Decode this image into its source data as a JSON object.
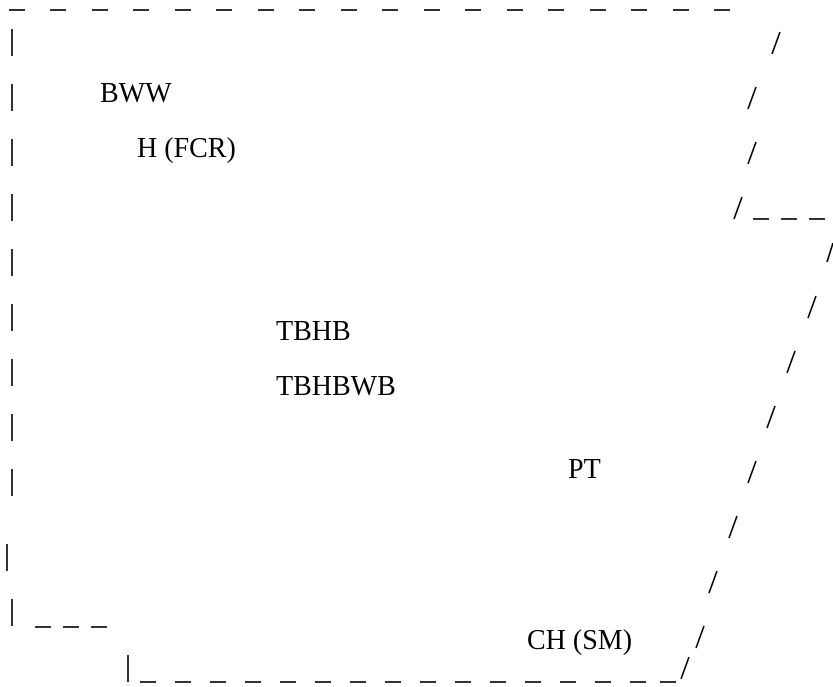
{
  "diagram": {
    "labels": {
      "bww": "BWW",
      "h_fcr": "H (FCR)",
      "tbhb": "TBHB",
      "tbhbwb": "TBHBWB",
      "pt": "PT",
      "ch_sm": "CH (SM)"
    },
    "colors": {
      "ink": "#000000",
      "background": "#ffffff"
    }
  }
}
